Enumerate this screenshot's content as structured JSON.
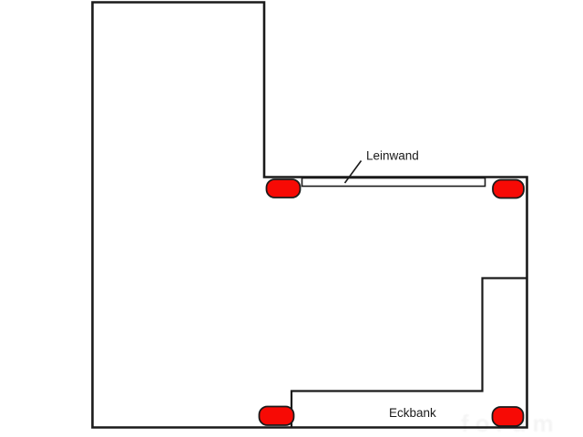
{
  "diagram": {
    "type": "floor-plan-sketch",
    "labels": {
      "screen": "Leinwand",
      "corner_bench": "Eckbank"
    },
    "watermark_text": "forum",
    "marker_count": 4
  },
  "colors": {
    "background": "#ffffff",
    "wall": "#1a1a1a",
    "screen_fill": "#ffffff",
    "speaker_fill": "#f70a05",
    "speaker_border": "#1b1b1b",
    "label_text": "#1a1a1a",
    "watermark": "#ececec"
  }
}
